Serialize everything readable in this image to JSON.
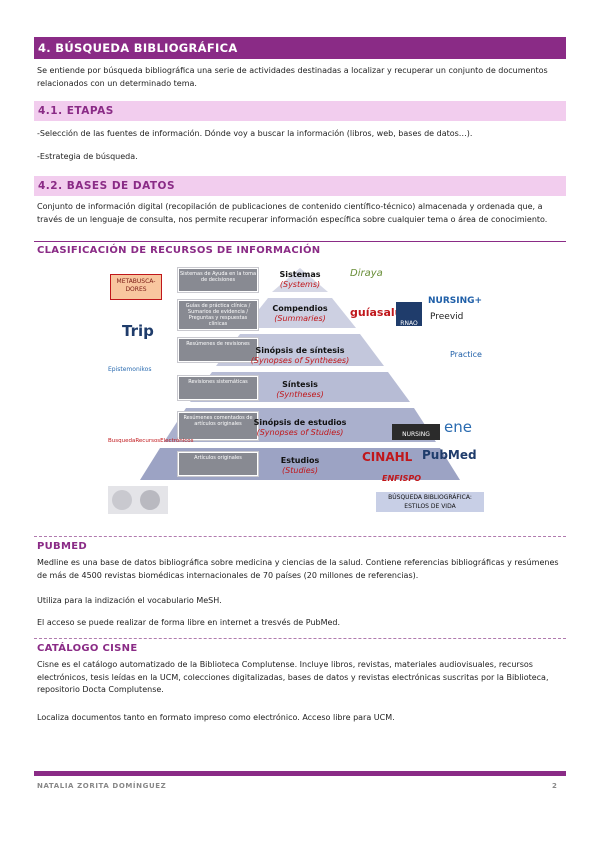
{
  "sections": {
    "main_title": "4. BÚSQUEDA BIBLIOGRÁFICA",
    "intro": "Se entiende por búsqueda bibliográfica una serie de actividades destinadas a localizar y recuperar un conjunto de documentos relacionados con un determinado tema.",
    "etapas_title": "4.1. ETAPAS",
    "etapa_1": "-Selección de las fuentes de información. Dónde voy a buscar la información (libros, web, bases de datos…).",
    "etapa_2": "-Estrategia de búsqueda.",
    "bases_title": "4.2. BASES DE DATOS",
    "bases_text": "Conjunto de información digital (recopilación de publicaciones de contenido científico-técnico) almacenada y ordenada que, a través de un lenguaje de consulta, nos permite recuperar información específica sobre cualquier tema o área de conocimiento.",
    "clasificacion_title": "CLASIFICACIÓN DE RECURSOS DE INFORMACIÓN",
    "pubmed_title": "PUBMED",
    "pubmed_p1": "Medline es una base de datos bibliográfica sobre medicina y ciencias de la salud. Contiene referencias bibliográficas y resúmenes de más de 4500 revistas biomédicas internacionales de 70 países (20 millones de referencias).",
    "pubmed_p2": "Utiliza para la indización el vocabulario MeSH.",
    "pubmed_p3": "El acceso se puede realizar de forma libre en internet a tresvés de PubMed.",
    "cisne_title": "CATÁLOGO CISNE",
    "cisne_p1": "Cisne es el catálogo automatizado de la Biblioteca Complutense. Incluye libros, revistas, materiales audiovisuales, recursos electrónicos, tesis leídas en la UCM, colecciones digitalizadas, bases de datos y revistas electrónicas suscritas por la Biblioteca, repositorio Docta Complutense.",
    "cisne_p2": "Localiza documentos tanto en formato impreso como electrónico. Acceso libre para UCM."
  },
  "pyramid": {
    "levels": [
      {
        "es": "Sistemas",
        "en": "(Systems)"
      },
      {
        "es": "Compendios",
        "en": "(Summaries)"
      },
      {
        "es": "Sinópsis de síntesis",
        "en": "(Synopses of Syntheses)"
      },
      {
        "es": "Síntesis",
        "en": "(Syntheses)"
      },
      {
        "es": "Sinópsis de estudios",
        "en": "(Synopses of Studies)"
      },
      {
        "es": "Estudios",
        "en": "(Studies)"
      }
    ],
    "side_boxes": [
      "Sistemas de Ayuda en la toma de decisiones",
      "Guías de práctica clínica / Sumarios de evidencia / Preguntas y respuestas clínicas",
      "Resúmenes de revisiones",
      "Revisiones sistemáticas",
      "Resúmenes comentados de artículos originales",
      "Artículos originales"
    ],
    "meta_label": "METABUSCA-DORES",
    "bq_box": "BÚSQUEDA BIBLIOGRÁFICA: ESTILOS DE VIDA",
    "logos": {
      "diraya": "Diraya",
      "guiasalud": "guíasalud",
      "rnao": "RNAO",
      "nursing_plus": "NURSING+",
      "preevid": "Preevid",
      "trip": "Trip",
      "epistemonikos": "Epistemonikos",
      "bvs": "BusquedaRecursosElectrónicos",
      "cinahl": "CINAHL",
      "pubmed": "PubMed",
      "enfispo": "ENFISPO",
      "ene": "ene",
      "nursing": "NURSING",
      "practice": "Practice"
    }
  },
  "footer": {
    "author": "NATALIA ZORITA DOMÍNGUEZ",
    "page": "2"
  }
}
